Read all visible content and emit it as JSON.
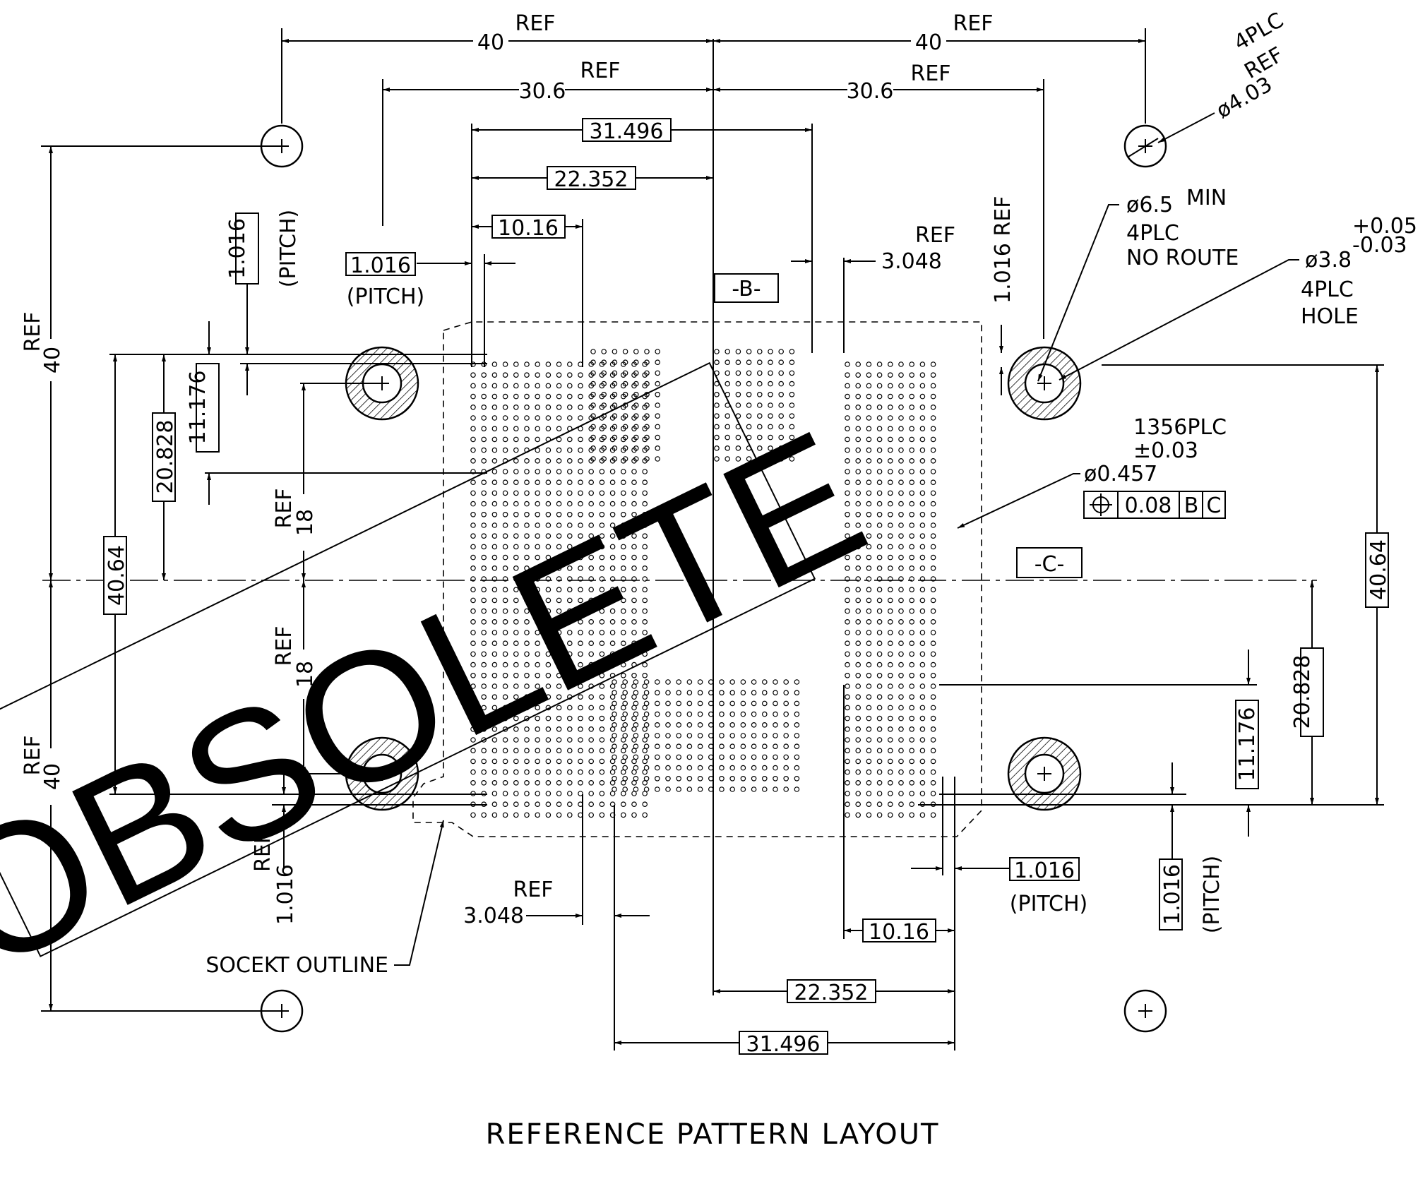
{
  "title": "REFERENCE PATTERN LAYOUT",
  "stamp": "OBSOLETE",
  "dims": {
    "ref": "REF",
    "forty": "40",
    "thirty_six": "30.6",
    "d31496": "31.496",
    "d22352": "22.352",
    "d1016": "10.16",
    "d1_016": "1.016",
    "pitch": "(PITCH)",
    "d3048": "3.048",
    "d1016ref": "1.016 REF",
    "d11176": "11.176",
    "d20828": "20.828",
    "d4064": "40.64",
    "d18": "18"
  },
  "datums": {
    "b": "-B-",
    "c": "-C-"
  },
  "notes": {
    "mounting_top": "4PLC",
    "mounting_ref": "REF",
    "mounting_dia": "ø4.03",
    "keepout_dia": "ø6.5",
    "keepout_min": "MIN",
    "keepout_plc": "4PLC",
    "keepout_route": "NO ROUTE",
    "tol_plus": "+0.05",
    "tol_minus": "-0.03",
    "hole_dia": "ø3.8",
    "hole_plc": "4PLC",
    "hole_label": "HOLE",
    "pad_count": "1356PLC",
    "pad_tol": "±0.03",
    "pad_dia": "ø0.457",
    "fcf_value": "0.08",
    "fcf_b": "B",
    "fcf_c": "C",
    "socket_outline": "SOCEKT OUTLINE"
  }
}
